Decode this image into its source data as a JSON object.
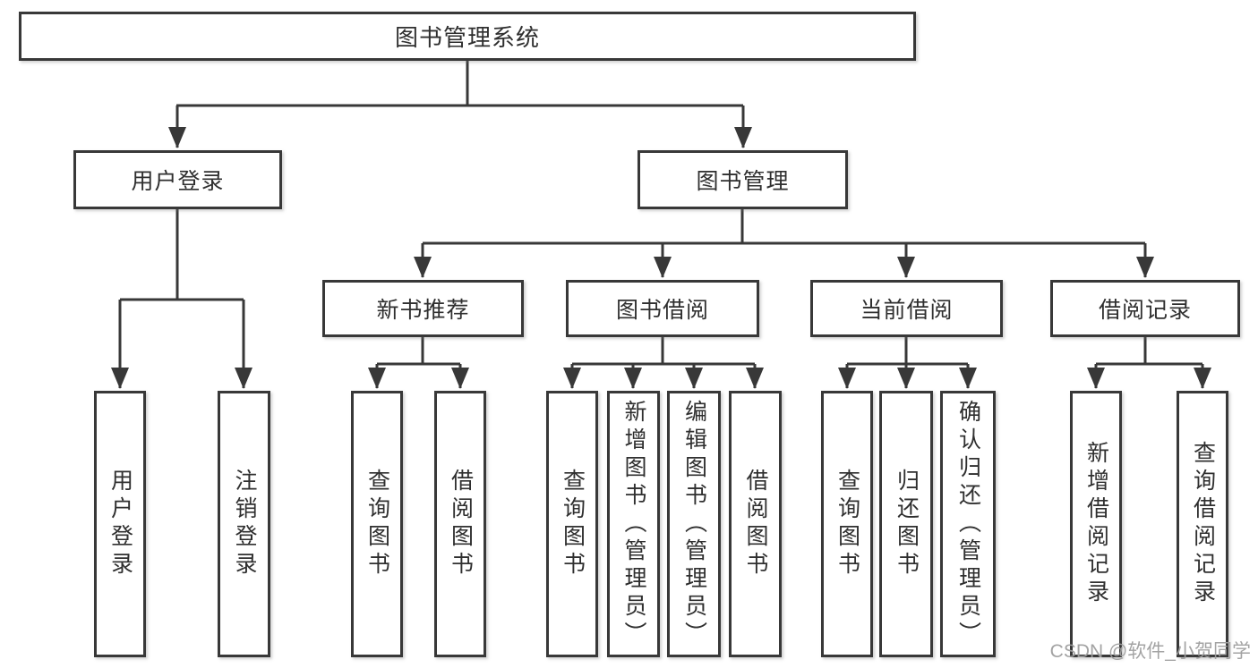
{
  "colors": {
    "background": "#ffffff",
    "line": "#383838",
    "box_border": "#383838",
    "text": "#2f2f2f",
    "watermark": "#9e9e9e"
  },
  "diagram": {
    "type": "function-structure-tree",
    "root": {
      "label": "图书管理系统"
    },
    "level1": [
      {
        "label": "用户登录"
      },
      {
        "label": "图书管理"
      }
    ],
    "level2": [
      {
        "label": "新书推荐",
        "parent": "图书管理"
      },
      {
        "label": "图书借阅",
        "parent": "图书管理"
      },
      {
        "label": "当前借阅",
        "parent": "图书管理"
      },
      {
        "label": "借阅记录",
        "parent": "图书管理"
      }
    ],
    "leaves": [
      {
        "label": "用户登录",
        "parent": "用户登录"
      },
      {
        "label": "注销登录",
        "parent": "用户登录"
      },
      {
        "label": "查询图书",
        "parent": "新书推荐"
      },
      {
        "label": "借阅图书",
        "parent": "新书推荐"
      },
      {
        "label": "查询图书",
        "parent": "图书借阅"
      },
      {
        "label": "新增图书（管理员）",
        "parent": "图书借阅"
      },
      {
        "label": "编辑图书（管理员）",
        "parent": "图书借阅"
      },
      {
        "label": "借阅图书",
        "parent": "图书借阅"
      },
      {
        "label": "查询图书",
        "parent": "当前借阅"
      },
      {
        "label": "归还图书",
        "parent": "当前借阅"
      },
      {
        "label": "确认归还（管理员）",
        "parent": "当前借阅"
      },
      {
        "label": "新增借阅记录",
        "parent": "借阅记录"
      },
      {
        "label": "查询借阅记录",
        "parent": "借阅记录"
      }
    ]
  },
  "watermark": {
    "text": "CSDN @软件_小贺同学"
  }
}
